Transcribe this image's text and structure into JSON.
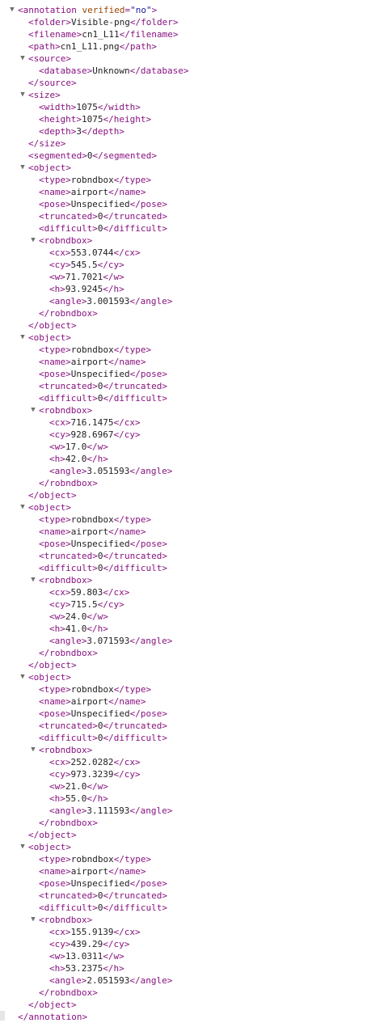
{
  "toggle_icons": {
    "expanded": "▼"
  },
  "colors": {
    "tag": "#881280",
    "attribute_name": "#994500",
    "attribute_value": "#1a1aa6",
    "text": "#222222",
    "toggle": "#6e6e6e",
    "background": "#ffffff"
  },
  "lines": [
    {
      "depth": 0,
      "toggle": true,
      "kind": "open",
      "tag": "annotation",
      "attrs": [
        {
          "name": "verified",
          "value": "\"no\""
        }
      ]
    },
    {
      "depth": 1,
      "toggle": false,
      "kind": "leaf",
      "tag": "folder",
      "text": "Visible-png"
    },
    {
      "depth": 1,
      "toggle": false,
      "kind": "leaf",
      "tag": "filename",
      "text": "cn1_L11"
    },
    {
      "depth": 1,
      "toggle": false,
      "kind": "leaf",
      "tag": "path",
      "text": "cn1_L11.png"
    },
    {
      "depth": 1,
      "toggle": true,
      "kind": "open",
      "tag": "source"
    },
    {
      "depth": 2,
      "toggle": false,
      "kind": "leaf",
      "tag": "database",
      "text": "Unknown"
    },
    {
      "depth": 1,
      "toggle": false,
      "kind": "close",
      "tag": "source"
    },
    {
      "depth": 1,
      "toggle": true,
      "kind": "open",
      "tag": "size"
    },
    {
      "depth": 2,
      "toggle": false,
      "kind": "leaf",
      "tag": "width",
      "text": "1075"
    },
    {
      "depth": 2,
      "toggle": false,
      "kind": "leaf",
      "tag": "height",
      "text": "1075"
    },
    {
      "depth": 2,
      "toggle": false,
      "kind": "leaf",
      "tag": "depth",
      "text": "3"
    },
    {
      "depth": 1,
      "toggle": false,
      "kind": "close",
      "tag": "size"
    },
    {
      "depth": 1,
      "toggle": false,
      "kind": "leaf",
      "tag": "segmented",
      "text": "0"
    },
    {
      "depth": 1,
      "toggle": true,
      "kind": "open",
      "tag": "object"
    },
    {
      "depth": 2,
      "toggle": false,
      "kind": "leaf",
      "tag": "type",
      "text": "robndbox"
    },
    {
      "depth": 2,
      "toggle": false,
      "kind": "leaf",
      "tag": "name",
      "text": "airport"
    },
    {
      "depth": 2,
      "toggle": false,
      "kind": "leaf",
      "tag": "pose",
      "text": "Unspecified"
    },
    {
      "depth": 2,
      "toggle": false,
      "kind": "leaf",
      "tag": "truncated",
      "text": "0"
    },
    {
      "depth": 2,
      "toggle": false,
      "kind": "leaf",
      "tag": "difficult",
      "text": "0"
    },
    {
      "depth": 2,
      "toggle": true,
      "kind": "open",
      "tag": "robndbox"
    },
    {
      "depth": 3,
      "toggle": false,
      "kind": "leaf",
      "tag": "cx",
      "text": "553.0744"
    },
    {
      "depth": 3,
      "toggle": false,
      "kind": "leaf",
      "tag": "cy",
      "text": "545.5"
    },
    {
      "depth": 3,
      "toggle": false,
      "kind": "leaf",
      "tag": "w",
      "text": "71.7021"
    },
    {
      "depth": 3,
      "toggle": false,
      "kind": "leaf",
      "tag": "h",
      "text": "93.9245"
    },
    {
      "depth": 3,
      "toggle": false,
      "kind": "leaf",
      "tag": "angle",
      "text": "3.001593"
    },
    {
      "depth": 2,
      "toggle": false,
      "kind": "close",
      "tag": "robndbox"
    },
    {
      "depth": 1,
      "toggle": false,
      "kind": "close",
      "tag": "object"
    },
    {
      "depth": 1,
      "toggle": true,
      "kind": "open",
      "tag": "object"
    },
    {
      "depth": 2,
      "toggle": false,
      "kind": "leaf",
      "tag": "type",
      "text": "robndbox"
    },
    {
      "depth": 2,
      "toggle": false,
      "kind": "leaf",
      "tag": "name",
      "text": "airport"
    },
    {
      "depth": 2,
      "toggle": false,
      "kind": "leaf",
      "tag": "pose",
      "text": "Unspecified"
    },
    {
      "depth": 2,
      "toggle": false,
      "kind": "leaf",
      "tag": "truncated",
      "text": "0"
    },
    {
      "depth": 2,
      "toggle": false,
      "kind": "leaf",
      "tag": "difficult",
      "text": "0"
    },
    {
      "depth": 2,
      "toggle": true,
      "kind": "open",
      "tag": "robndbox"
    },
    {
      "depth": 3,
      "toggle": false,
      "kind": "leaf",
      "tag": "cx",
      "text": "716.1475"
    },
    {
      "depth": 3,
      "toggle": false,
      "kind": "leaf",
      "tag": "cy",
      "text": "928.6967"
    },
    {
      "depth": 3,
      "toggle": false,
      "kind": "leaf",
      "tag": "w",
      "text": "17.0"
    },
    {
      "depth": 3,
      "toggle": false,
      "kind": "leaf",
      "tag": "h",
      "text": "42.0"
    },
    {
      "depth": 3,
      "toggle": false,
      "kind": "leaf",
      "tag": "angle",
      "text": "3.051593"
    },
    {
      "depth": 2,
      "toggle": false,
      "kind": "close",
      "tag": "robndbox"
    },
    {
      "depth": 1,
      "toggle": false,
      "kind": "close",
      "tag": "object"
    },
    {
      "depth": 1,
      "toggle": true,
      "kind": "open",
      "tag": "object"
    },
    {
      "depth": 2,
      "toggle": false,
      "kind": "leaf",
      "tag": "type",
      "text": "robndbox"
    },
    {
      "depth": 2,
      "toggle": false,
      "kind": "leaf",
      "tag": "name",
      "text": "airport"
    },
    {
      "depth": 2,
      "toggle": false,
      "kind": "leaf",
      "tag": "pose",
      "text": "Unspecified"
    },
    {
      "depth": 2,
      "toggle": false,
      "kind": "leaf",
      "tag": "truncated",
      "text": "0"
    },
    {
      "depth": 2,
      "toggle": false,
      "kind": "leaf",
      "tag": "difficult",
      "text": "0"
    },
    {
      "depth": 2,
      "toggle": true,
      "kind": "open",
      "tag": "robndbox"
    },
    {
      "depth": 3,
      "toggle": false,
      "kind": "leaf",
      "tag": "cx",
      "text": "59.803"
    },
    {
      "depth": 3,
      "toggle": false,
      "kind": "leaf",
      "tag": "cy",
      "text": "715.5"
    },
    {
      "depth": 3,
      "toggle": false,
      "kind": "leaf",
      "tag": "w",
      "text": "24.0"
    },
    {
      "depth": 3,
      "toggle": false,
      "kind": "leaf",
      "tag": "h",
      "text": "41.0"
    },
    {
      "depth": 3,
      "toggle": false,
      "kind": "leaf",
      "tag": "angle",
      "text": "3.071593"
    },
    {
      "depth": 2,
      "toggle": false,
      "kind": "close",
      "tag": "robndbox"
    },
    {
      "depth": 1,
      "toggle": false,
      "kind": "close",
      "tag": "object"
    },
    {
      "depth": 1,
      "toggle": true,
      "kind": "open",
      "tag": "object"
    },
    {
      "depth": 2,
      "toggle": false,
      "kind": "leaf",
      "tag": "type",
      "text": "robndbox"
    },
    {
      "depth": 2,
      "toggle": false,
      "kind": "leaf",
      "tag": "name",
      "text": "airport"
    },
    {
      "depth": 2,
      "toggle": false,
      "kind": "leaf",
      "tag": "pose",
      "text": "Unspecified"
    },
    {
      "depth": 2,
      "toggle": false,
      "kind": "leaf",
      "tag": "truncated",
      "text": "0"
    },
    {
      "depth": 2,
      "toggle": false,
      "kind": "leaf",
      "tag": "difficult",
      "text": "0"
    },
    {
      "depth": 2,
      "toggle": true,
      "kind": "open",
      "tag": "robndbox"
    },
    {
      "depth": 3,
      "toggle": false,
      "kind": "leaf",
      "tag": "cx",
      "text": "252.0282"
    },
    {
      "depth": 3,
      "toggle": false,
      "kind": "leaf",
      "tag": "cy",
      "text": "973.3239"
    },
    {
      "depth": 3,
      "toggle": false,
      "kind": "leaf",
      "tag": "w",
      "text": "21.0"
    },
    {
      "depth": 3,
      "toggle": false,
      "kind": "leaf",
      "tag": "h",
      "text": "55.0"
    },
    {
      "depth": 3,
      "toggle": false,
      "kind": "leaf",
      "tag": "angle",
      "text": "3.111593"
    },
    {
      "depth": 2,
      "toggle": false,
      "kind": "close",
      "tag": "robndbox"
    },
    {
      "depth": 1,
      "toggle": false,
      "kind": "close",
      "tag": "object"
    },
    {
      "depth": 1,
      "toggle": true,
      "kind": "open",
      "tag": "object"
    },
    {
      "depth": 2,
      "toggle": false,
      "kind": "leaf",
      "tag": "type",
      "text": "robndbox"
    },
    {
      "depth": 2,
      "toggle": false,
      "kind": "leaf",
      "tag": "name",
      "text": "airport"
    },
    {
      "depth": 2,
      "toggle": false,
      "kind": "leaf",
      "tag": "pose",
      "text": "Unspecified"
    },
    {
      "depth": 2,
      "toggle": false,
      "kind": "leaf",
      "tag": "truncated",
      "text": "0"
    },
    {
      "depth": 2,
      "toggle": false,
      "kind": "leaf",
      "tag": "difficult",
      "text": "0"
    },
    {
      "depth": 2,
      "toggle": true,
      "kind": "open",
      "tag": "robndbox"
    },
    {
      "depth": 3,
      "toggle": false,
      "kind": "leaf",
      "tag": "cx",
      "text": "155.9139"
    },
    {
      "depth": 3,
      "toggle": false,
      "kind": "leaf",
      "tag": "cy",
      "text": "439.29"
    },
    {
      "depth": 3,
      "toggle": false,
      "kind": "leaf",
      "tag": "w",
      "text": "13.0311"
    },
    {
      "depth": 3,
      "toggle": false,
      "kind": "leaf",
      "tag": "h",
      "text": "53.2375"
    },
    {
      "depth": 3,
      "toggle": false,
      "kind": "leaf",
      "tag": "angle",
      "text": "2.051593"
    },
    {
      "depth": 2,
      "toggle": false,
      "kind": "close",
      "tag": "robndbox"
    },
    {
      "depth": 1,
      "toggle": false,
      "kind": "close",
      "tag": "object"
    },
    {
      "depth": 0,
      "toggle": false,
      "kind": "close",
      "tag": "annotation"
    }
  ]
}
